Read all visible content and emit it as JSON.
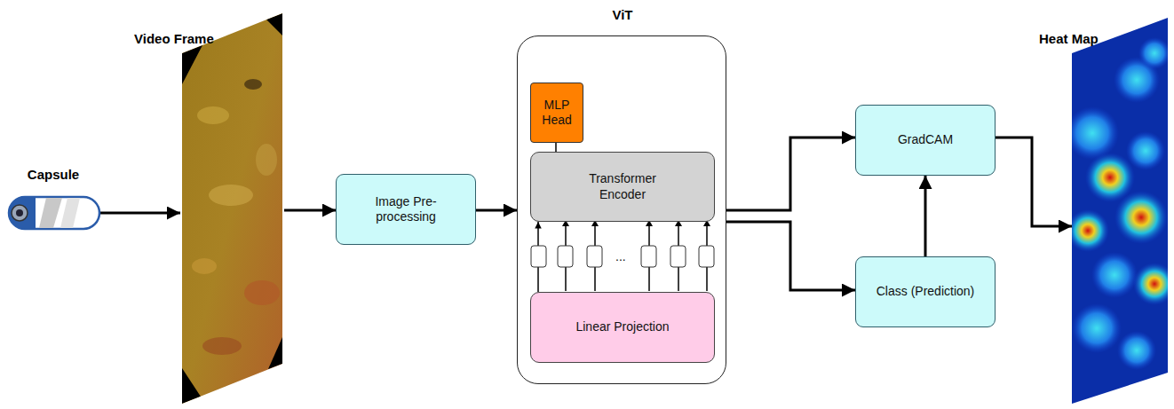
{
  "diagram": {
    "nodes": [
      {
        "text": [
          "Capsule"
        ]
      },
      {
        "text": [
          "Video Frame"
        ]
      },
      {
        "text": [
          "Image Pre-processing"
        ]
      },
      {
        "text": [
          "ViT"
        ]
      },
      {
        "text": [
          "MLP Head"
        ],
        "in": 3
      },
      {
        "text": [
          "Transformer Encoder"
        ],
        "in": 3
      },
      {
        "text": [
          "Linear Projection"
        ],
        "in": 3
      },
      {
        "text": [
          "GradCAM"
        ]
      },
      {
        "text": [
          "Class (Prediction)"
        ]
      },
      {
        "text": [
          "Heat Map"
        ]
      }
    ],
    "edges": [
      {
        "from": 0,
        "to": 1,
        "arrow": "to"
      },
      {
        "from": 1,
        "to": 2,
        "arrow": "to"
      },
      {
        "from": 2,
        "to": 3,
        "arrow": "to"
      },
      {
        "from": 4,
        "to": 5,
        "arrow": "none"
      },
      {
        "from": 6,
        "to": 5,
        "arrow": "to"
      },
      {
        "from": 3,
        "to": 7,
        "arrow": "to"
      },
      {
        "from": 3,
        "to": 8,
        "arrow": "to"
      },
      {
        "from": 8,
        "to": 7,
        "arrow": "to"
      },
      {
        "from": 7,
        "to": 9,
        "arrow": "to"
      }
    ],
    "labels": [
      "..."
    ]
  }
}
